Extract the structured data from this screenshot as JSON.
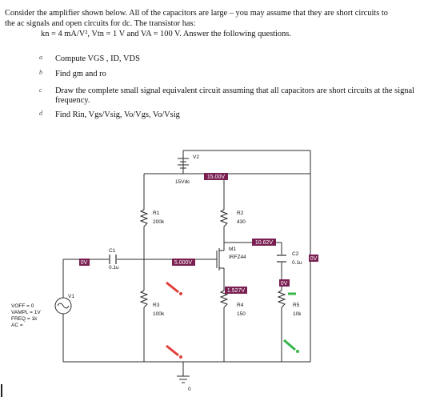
{
  "intro": {
    "line1": "Consider the amplifier shown below. All of the capacitors are large – you may assume that they are short circuits to",
    "line2": "the ac signals and open circuits for dc. The transistor has:",
    "line3_params": "kn = 4 mA/V², Vtn = 1 V and VA = 100 V.",
    "line3_tail": "Answer the following questions."
  },
  "questions": [
    {
      "marker": "a",
      "text": "Compute VGS , ID, VDS"
    },
    {
      "marker": "b",
      "text": "Find gm and ro"
    },
    {
      "marker": "c",
      "text": "Draw the complete small signal equivalent circuit assuming that all capacitors are short circuits at the signal frequency."
    },
    {
      "marker": "d",
      "text": "Find Rin, Vgs/Vsig, Vo/Vgs, Vo/Vsig"
    }
  ],
  "circuit": {
    "labels": {
      "v2": "V2",
      "v2_value": "15Vdc",
      "r1": "R1",
      "r1_value": "200k",
      "r2": "R2",
      "r2_value": "430",
      "r3": "R3",
      "r3_value": "100k",
      "r4": "R4",
      "r4_value": "150",
      "r5": "R5",
      "r5_value": "10k",
      "c1": "C1",
      "c1_value": "0.1u",
      "c2": "C2",
      "c2_value": "0.1u",
      "m1": "M1",
      "m1_part": "IRFZ44",
      "v1": "V1",
      "voff": "VOFF = 0",
      "vampl": "VAMPL = 1V",
      "freq": "FREQ = 1k",
      "ac": "AC =",
      "ground": "0"
    },
    "voltage_tags": {
      "supply": "15.00V",
      "drain": "10.62V",
      "gate": "5.000V",
      "source": "1.527V",
      "input": "0V",
      "output_left": "0V",
      "output_right": "0V"
    },
    "colors": {
      "tag_bg": "#7a1f52",
      "wire": "#2b2b2b",
      "probe_red": "#e0403a",
      "probe_green": "#39b54a",
      "frame": "#5a2d82"
    }
  }
}
